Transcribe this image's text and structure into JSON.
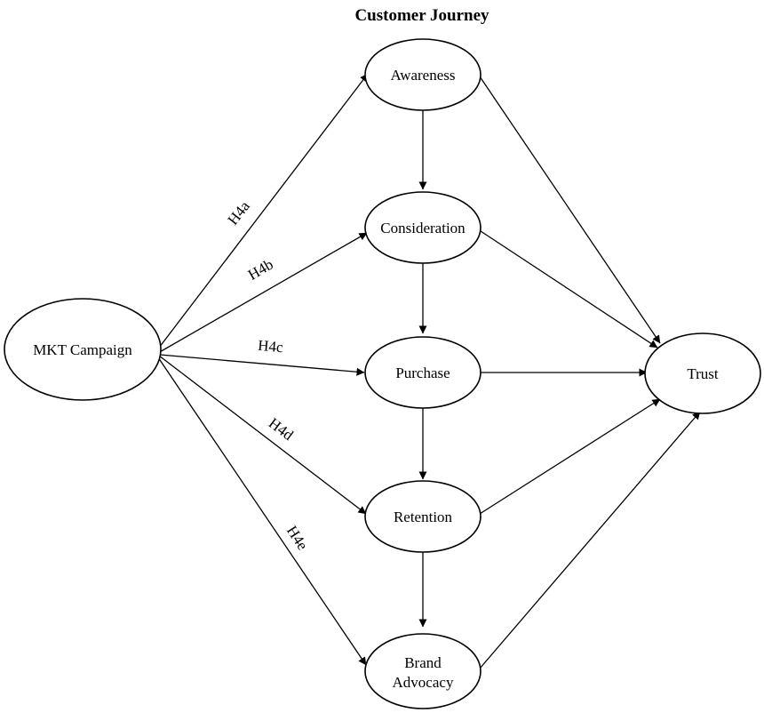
{
  "diagram": {
    "title": "Customer Journey",
    "nodes": [
      {
        "id": "mkt",
        "label": "MKT Campaign"
      },
      {
        "id": "awareness",
        "label": "Awareness"
      },
      {
        "id": "consideration",
        "label": "Consideration"
      },
      {
        "id": "purchase",
        "label": "Purchase"
      },
      {
        "id": "retention",
        "label": "Retention"
      },
      {
        "id": "advocacy",
        "label_lines": [
          "Brand",
          "Advocacy"
        ]
      },
      {
        "id": "trust",
        "label": "Trust"
      }
    ],
    "edges": [
      {
        "from": "mkt",
        "to": "awareness",
        "label": "H4a"
      },
      {
        "from": "mkt",
        "to": "consideration",
        "label": "H4b"
      },
      {
        "from": "mkt",
        "to": "purchase",
        "label": "H4c"
      },
      {
        "from": "mkt",
        "to": "retention",
        "label": "H4d"
      },
      {
        "from": "mkt",
        "to": "advocacy",
        "label": "H4e"
      },
      {
        "from": "awareness",
        "to": "consideration"
      },
      {
        "from": "consideration",
        "to": "purchase"
      },
      {
        "from": "purchase",
        "to": "retention"
      },
      {
        "from": "retention",
        "to": "advocacy"
      },
      {
        "from": "awareness",
        "to": "trust"
      },
      {
        "from": "consideration",
        "to": "trust"
      },
      {
        "from": "purchase",
        "to": "trust"
      },
      {
        "from": "retention",
        "to": "trust"
      },
      {
        "from": "advocacy",
        "to": "trust"
      }
    ]
  }
}
